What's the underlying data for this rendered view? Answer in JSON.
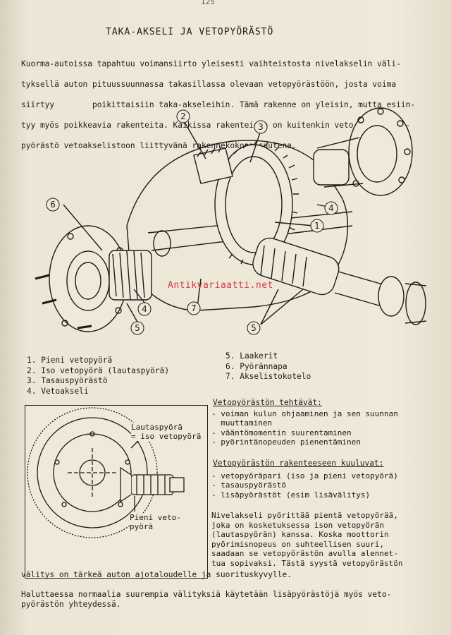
{
  "page_number": "125",
  "title": "TAKA-AKSELI JA VETOPYÖRÄSTÖ",
  "intro_lines": [
    "Kuorma-autoissa tapahtuu voimansiirto yleisesti vaihteistosta nivelakselin väli-",
    "tyksellä auton pituussuunnassa takasillassa olevaan vetopyörästöön, josta voima",
    "siirtyy        poikittaisiin taka-akseleihin. Tämä rakenne on yleisin, mutta esiin-",
    "tyy myös poikkeavia rakenteita. Kaikissa rakenteissa on kuitenkin veto- ja tasaus-",
    "pyörästö vetoakselistoon liittyvänä rakennekokonaisuutena."
  ],
  "callouts": [
    "1",
    "2",
    "3",
    "4",
    "5",
    "6",
    "7"
  ],
  "watermark": "Antikvariaatti.net",
  "legend_left": [
    "1. Pieni vetopyörä",
    "2. Iso vetopyörä (lautaspyörä)",
    "3. Tasauspyörästö",
    "4. Vetoakseli"
  ],
  "legend_right": [
    "5. Laakerit",
    "6. Pyörännapa",
    "7. Akselistokotelo"
  ],
  "diagram": {
    "label_top": [
      "Lautaspyörä",
      "= iso vetopyörä"
    ],
    "label_bottom": [
      "Pieni veto-",
      "pyörä"
    ]
  },
  "tasks": {
    "heading": "Vetopyörästön tehtävät:",
    "items": [
      "- voiman kulun ohjaaminen ja sen suunnan",
      "  muuttaminen",
      "- vääntömomentin suurentaminen",
      "- pyörintänopeuden pienentäminen"
    ]
  },
  "structure": {
    "heading": "Vetopyörästön rakenteeseen kuuluvat:",
    "items": [
      "- vetopyöräpari (iso ja pieni vetopyörä)",
      "- tasauspyörästö",
      "- lisäpyörästöt (esim lisävälitys)"
    ]
  },
  "side_paragraph": [
    "Nivelakseli pyörittää pientä vetopyörää,",
    "joka on kosketuksessa ison vetopyörän",
    "(lautaspyörän) kanssa. Koska moottorin",
    "pyörimisnopeus on suhteellisen suuri,",
    "saadaan se vetopyörästön avulla alennet-",
    "tua sopivaksi. Tästä syystä vetopyörästön"
  ],
  "bottom_lines": [
    "välitys on tärkeä auton ajotaloudelle ja suorituskyvylle.",
    "Haluttaessa normaalia suurempia välityksiä käytetään lisäpyörästöjä myös veto-",
    "pyörästön yhteydessä."
  ],
  "colors": {
    "paper": "#efe9da",
    "ink": "#1d1b18",
    "watermark": "#d63a4a"
  }
}
